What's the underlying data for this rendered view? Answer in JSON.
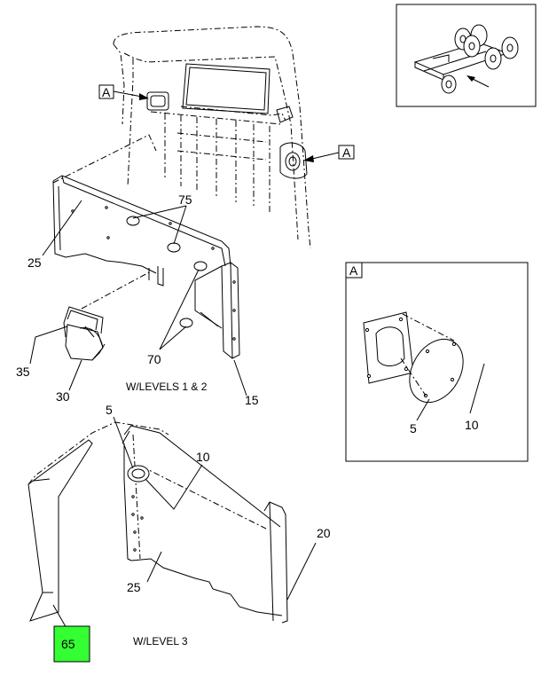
{
  "callouts": {
    "c75": "75",
    "c25_top": "25",
    "c70": "70",
    "c35": "35",
    "c30": "30",
    "c15": "15",
    "c5_detail": "5",
    "c10_detail": "10",
    "c5_lower": "5",
    "c10_lower": "10",
    "c20": "20",
    "c25_lower": "25",
    "c65": "65"
  },
  "view_ref": {
    "left_marker": "A",
    "right_marker": "A",
    "detail_label": "A"
  },
  "captions": {
    "levels_1_2": "W/LEVELS 1 & 2",
    "level_3": "W/LEVEL 3"
  },
  "colors": {
    "highlight_fill": "#33ff33",
    "line": "#000000"
  }
}
